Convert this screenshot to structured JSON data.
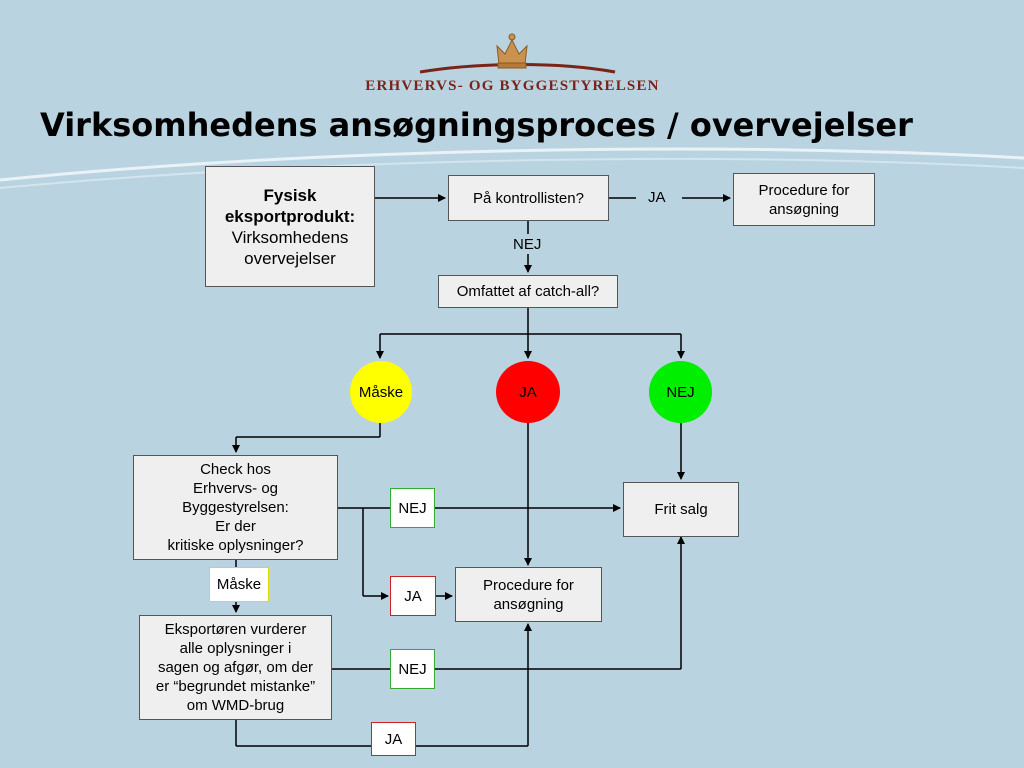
{
  "header": {
    "org_name": "ERHVERVS- OG BYGGESTYRELSEN",
    "title": "Virksomhedens ansøgningsproces / overvejelser"
  },
  "flow": {
    "start_box": {
      "bold_line1": "Fysisk",
      "bold_line2": "eksportprodukt:",
      "line3": "Virksomhedens",
      "line4": "overvejelser"
    },
    "control_list_box": "På kontrollisten?",
    "ja_top": "JA",
    "procedure_top": {
      "line1": "Procedure for",
      "line2": "ansøgning"
    },
    "nej_top": "NEJ",
    "catch_all_box": "Omfattet af catch-all?",
    "circles": {
      "maaske": "Måske",
      "ja": "JA",
      "nej": "NEJ"
    },
    "check_box": {
      "line1": "Check hos",
      "line2": "Erhvervs- og",
      "line3": "Byggestyrelsen:",
      "line4": "Er der",
      "line5": "kritiske oplysninger?"
    },
    "nej_label_1": "NEJ",
    "frit_salg": "Frit salg",
    "ja_label_1": "JA",
    "procedure_mid": {
      "line1": "Procedure for",
      "line2": "ansøgning"
    },
    "maaske_label": "Måske",
    "exporter_box": {
      "line1": "Eksportøren vurderer",
      "line2": "alle oplysninger i",
      "line3": "sagen og afgør, om der",
      "line4": "er “begrundet mistanke”",
      "line5": "om WMD-brug"
    },
    "nej_label_2": "NEJ",
    "ja_label_2": "JA"
  },
  "colors": {
    "background": "#b9d3e0",
    "circle_maybe": "#ffff00",
    "circle_yes": "#ff0000",
    "circle_no": "#00ee00",
    "label_border_no": "#33aa33",
    "label_border_yes": "#cc2222",
    "label_border_maybe": "#dddd00",
    "org_name": "#7a2418"
  },
  "icons": {
    "logo": "crown-icon"
  }
}
